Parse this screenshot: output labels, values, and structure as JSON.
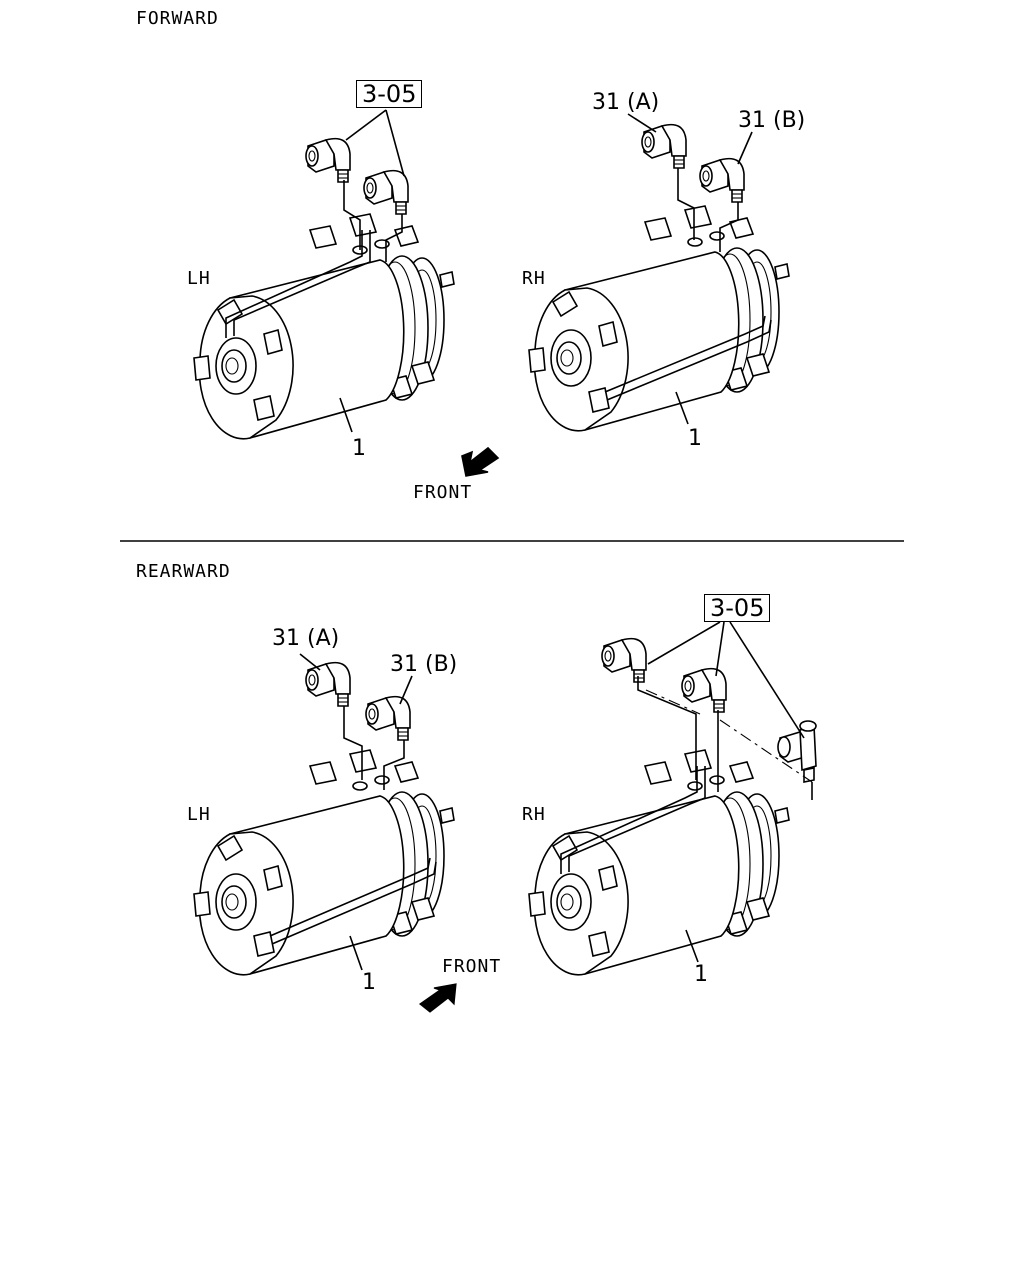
{
  "sections": {
    "forward": {
      "title": "FORWARD",
      "lh": {
        "side_label": "LH",
        "ref_box": "3-05",
        "part_number": "1"
      },
      "rh": {
        "side_label": "RH",
        "callout_a": "31 (A)",
        "callout_b": "31 (B)",
        "part_number": "1"
      },
      "front_label": "FRONT"
    },
    "rearward": {
      "title": "REARWARD",
      "lh": {
        "side_label": "LH",
        "callout_a": "31 (A)",
        "callout_b": "31 (B)",
        "part_number": "1"
      },
      "rh": {
        "side_label": "RH",
        "ref_box": "3-05",
        "part_number": "1"
      },
      "front_label": "FRONT"
    }
  }
}
